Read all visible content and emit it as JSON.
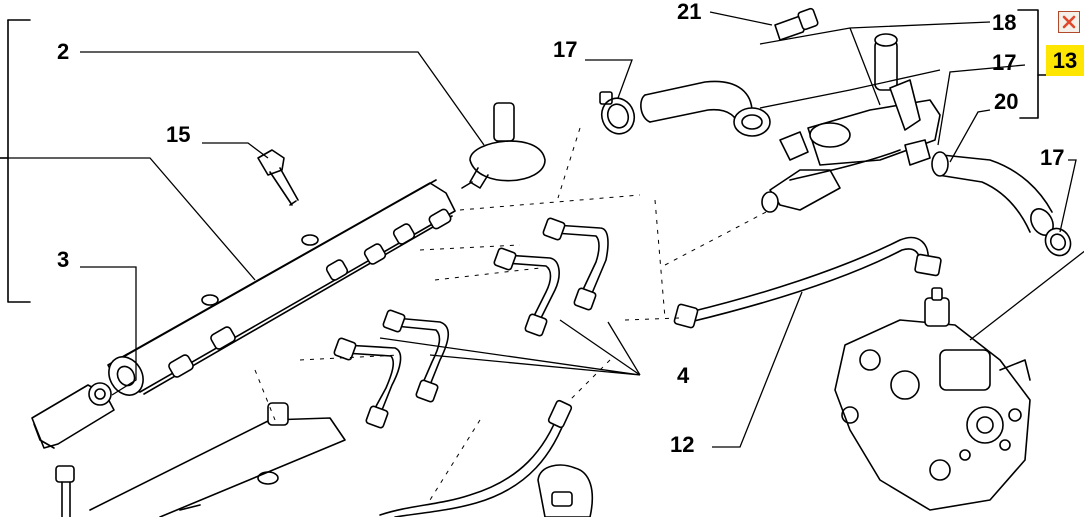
{
  "callouts": {
    "c21": "21",
    "c18": "18",
    "c17_top": "17",
    "c17_mid": "17",
    "c17_right": "17",
    "c20": "20",
    "c2": "2",
    "c15": "15",
    "c3": "3",
    "c4": "4",
    "c12": "12"
  },
  "toolbar": {
    "close_icon": "close-icon",
    "page_badge": "13"
  },
  "colors": {
    "line": "#000000",
    "badge": "#ffe600",
    "close_border": "#b04a2a",
    "close_x": "#e0462a"
  }
}
